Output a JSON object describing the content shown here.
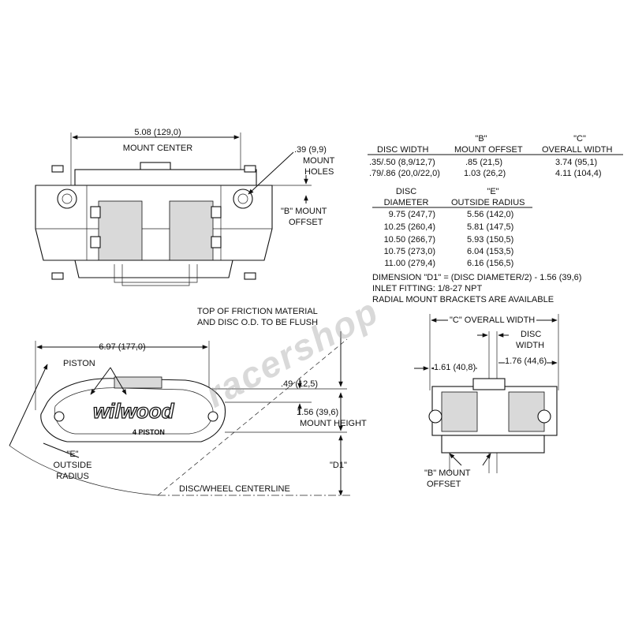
{
  "top_view": {
    "mount_center_dim": "5.08 (129,0)",
    "mount_center_label": "MOUNT CENTER",
    "mount_holes_dim": ".39 (9,9)",
    "mount_holes_label_1": "MOUNT",
    "mount_holes_label_2": "HOLES",
    "b_mount_offset_1": "\"B\" MOUNT",
    "b_mount_offset_2": "OFFSET"
  },
  "table1": {
    "head_b": "\"B\"",
    "head_c": "\"C\"",
    "col1": "DISC WIDTH",
    "col2": "MOUNT OFFSET",
    "col3": "OVERALL WIDTH",
    "rows": [
      {
        "width": ".35/.50  (8,9/12,7)",
        "offset": ".85  (21,5)",
        "overall": "3.74  (95,1)"
      },
      {
        "width": ".79/.86 (20,0/22,0)",
        "offset": "1.03  (26,2)",
        "overall": "4.11 (104,4)"
      }
    ]
  },
  "table2": {
    "col1_top": "DISC",
    "col1": "DIAMETER",
    "col2_top": "\"E\"",
    "col2": "OUTSIDE RADIUS",
    "rows": [
      {
        "dia": "9.75  (247,7)",
        "rad": "5.56  (142,0)"
      },
      {
        "dia": "10.25  (260,4)",
        "rad": "5.81  (147,5)"
      },
      {
        "dia": "10.50  (266,7)",
        "rad": "5.93  (150,5)"
      },
      {
        "dia": "10.75  (273,0)",
        "rad": "6.04  (153,5)"
      },
      {
        "dia": "11.00  (279,4)",
        "rad": "6.16  (156,5)"
      }
    ]
  },
  "notes": {
    "line1": "DIMENSION \"D1\" = (DISC DIAMETER/2) - 1.56 (39,6)",
    "line2": "INLET FITTING: 1/8-27 NPT",
    "line3": "RADIAL MOUNT BRACKETS ARE AVAILABLE"
  },
  "side_view": {
    "friction_1": "TOP OF FRICTION MATERIAL",
    "friction_2": "AND DISC O.D. TO BE FLUSH",
    "length_dim": "6.97 (177,0)",
    "piston_label": "PISTON",
    "dim_49": ".49 (12,5)",
    "mount_height_dim": "1.56 (39,6)",
    "mount_height_label": "MOUNT HEIGHT",
    "d1_label": "\"D1\"",
    "e_label_1": "\"E\"",
    "e_label_2": "OUTSIDE",
    "e_label_3": "RADIUS",
    "centerline_label": "DISC/WHEEL CENTERLINE",
    "brand_logo": "wilwood",
    "piston_count": "4 PISTON"
  },
  "end_view": {
    "c_overall": "\"C\" OVERALL WIDTH",
    "disc_width_1": "DISC",
    "disc_width_2": "WIDTH",
    "dim_161": "1.61 (40,8)",
    "dim_176": "1.76 (44,6)",
    "b_mount_1": "\"B\" MOUNT",
    "b_mount_2": "OFFSET"
  },
  "watermark": "racershop"
}
